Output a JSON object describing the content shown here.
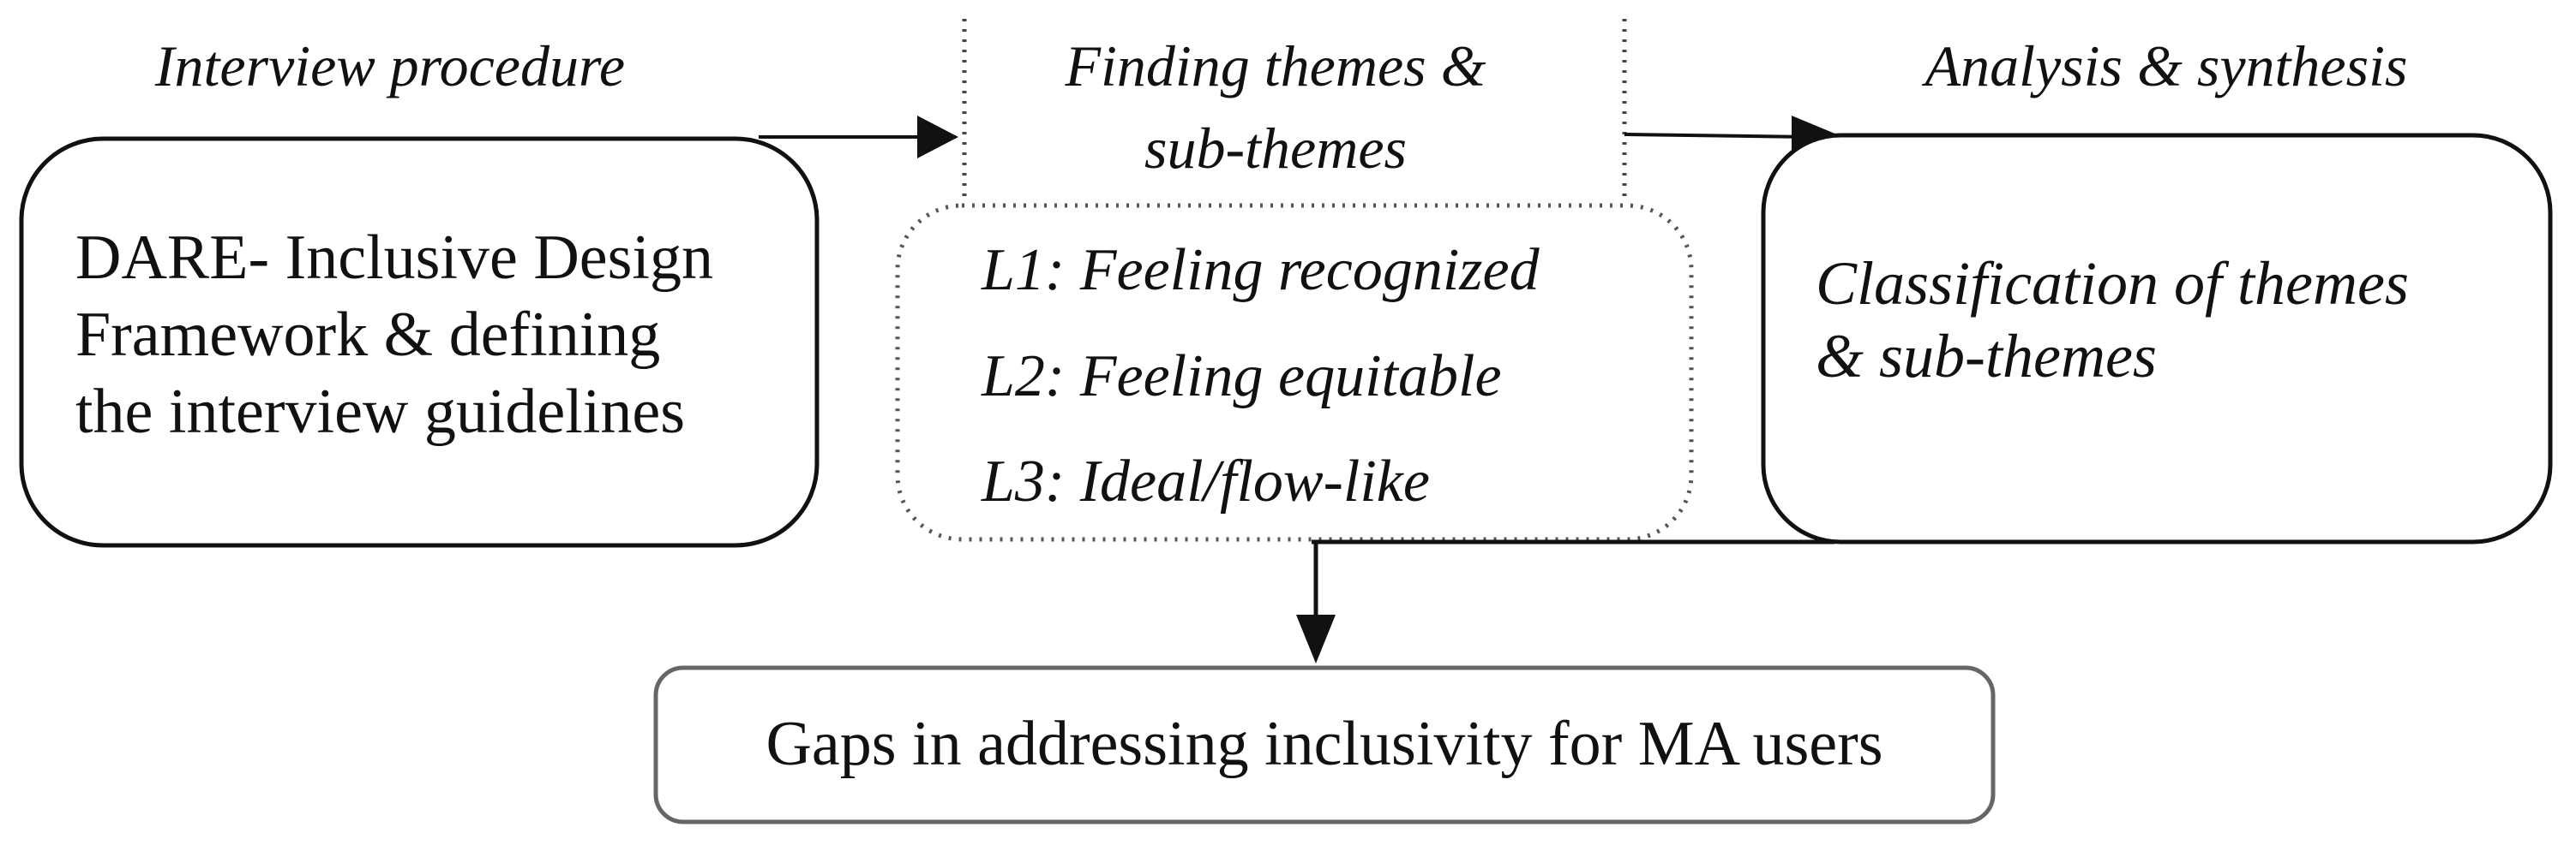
{
  "stages": {
    "interview_procedure": "Interview procedure",
    "finding_themes_line1": "Finding themes &",
    "finding_themes_line2": "sub-themes",
    "analysis_synthesis": "Analysis & synthesis"
  },
  "left_box": {
    "lines": [
      "DARE- Inclusive Design",
      "Framework & defining",
      "the interview guidelines"
    ]
  },
  "middle_box": {
    "levels": [
      "L1: Feeling recognized",
      "L2: Feeling equitable",
      "L3: Ideal/flow-like"
    ]
  },
  "right_box": {
    "lines": [
      "Classification of themes",
      "& sub-themes"
    ]
  },
  "bottom_box": {
    "label": "Gaps in addressing inclusivity for MA users"
  }
}
